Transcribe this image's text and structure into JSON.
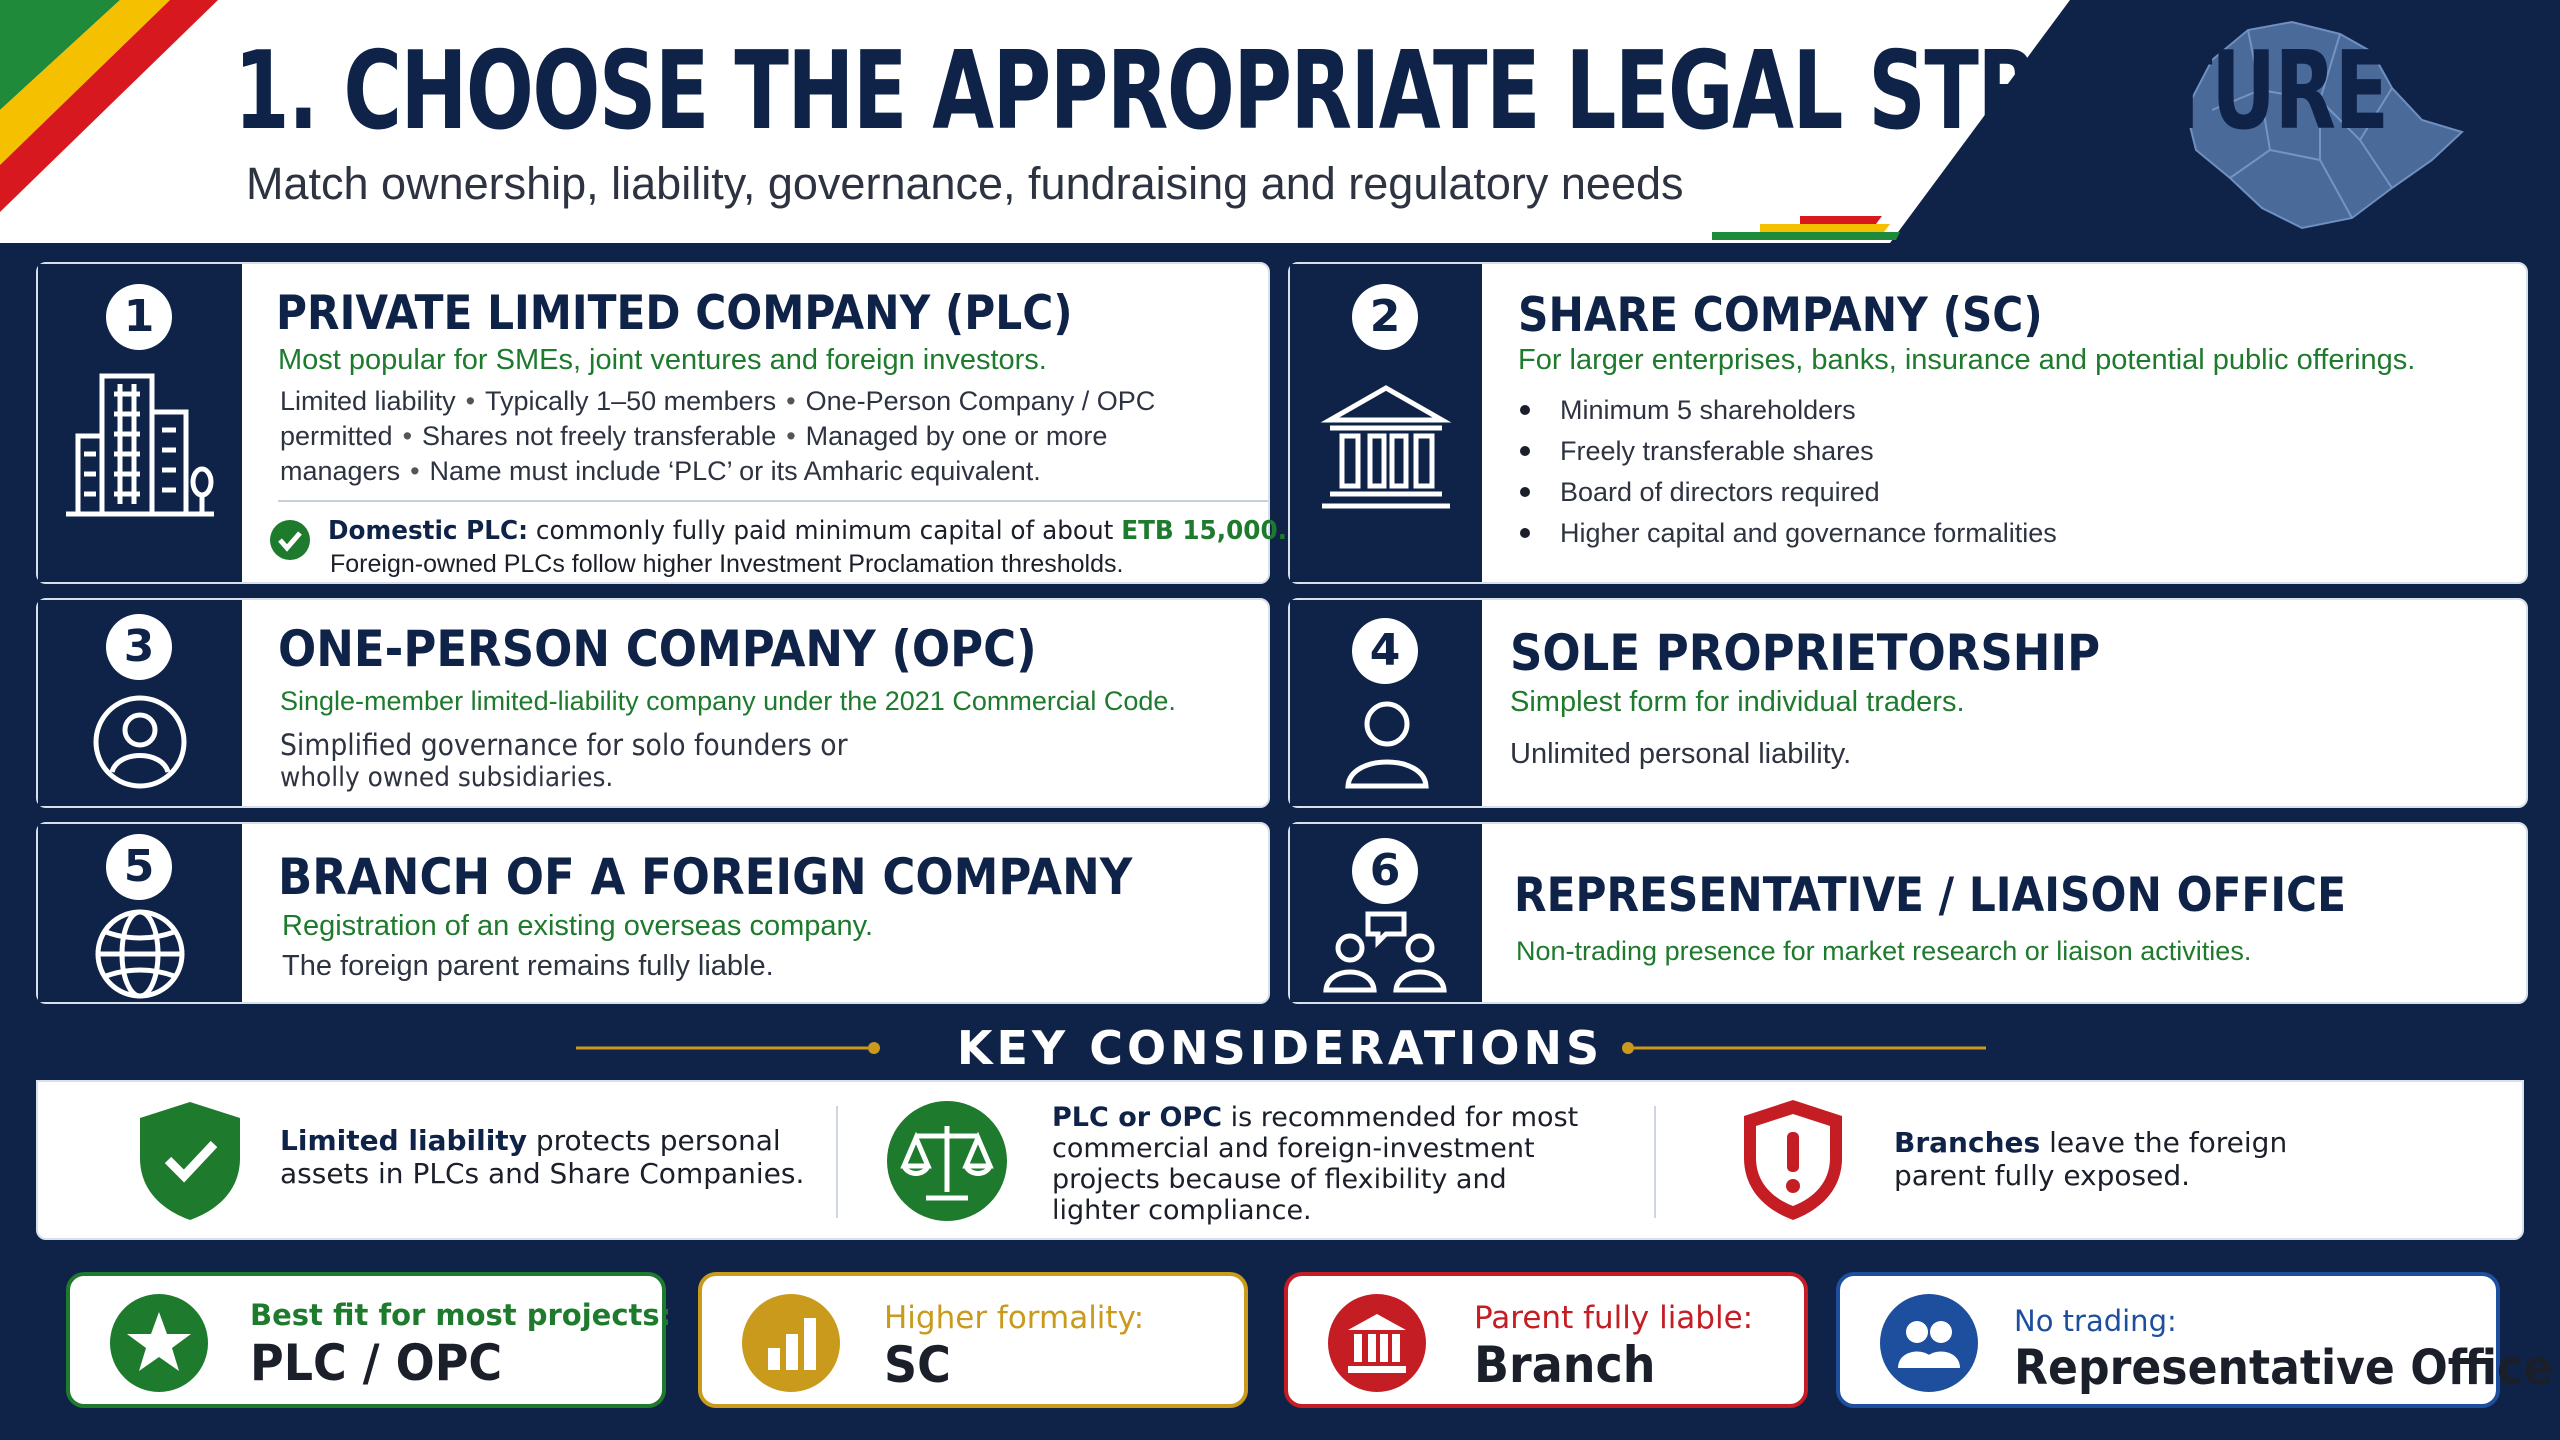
{
  "header": {
    "title": "1. CHOOSE THE APPROPRIATE LEGAL STRUCTURE",
    "subtitle": "Match ownership, liability, governance, fundraising and regulatory needs"
  },
  "colors": {
    "navy": "#0f2348",
    "green": "#1e7a2c",
    "gold": "#c99a1c",
    "red": "#c41e24",
    "blue": "#1d4f9e"
  },
  "structures": [
    {
      "num": "1",
      "icon": "building-icon",
      "title": "PRIVATE LIMITED COMPANY (PLC)",
      "subtitle": "Most popular for SMEs, joint ventures and foreign investors.",
      "points": [
        "Limited liability",
        "Typically 1–50 members",
        "One-Person Company / OPC permitted",
        "Shares not freely transferable",
        "Managed by one or more managers",
        "Name must include ‘PLC’ or its Amharic equivalent."
      ],
      "note_label": "Domestic PLC:",
      "note_text": "commonly fully paid minimum capital of about",
      "note_amount": "ETB 15,000.",
      "note_line2": "Foreign-owned PLCs follow higher Investment Proclamation thresholds."
    },
    {
      "num": "2",
      "icon": "bank-icon",
      "title": "SHARE COMPANY (SC)",
      "subtitle": "For larger enterprises, banks, insurance and potential public offerings.",
      "bullets": [
        "Minimum 5 shareholders",
        "Freely transferable shares",
        "Board of directors required",
        "Higher capital and governance formalities"
      ]
    },
    {
      "num": "3",
      "icon": "user-circle-icon",
      "title": "ONE-PERSON COMPANY (OPC)",
      "subtitle": "Single-member limited-liability company under the 2021 Commercial Code.",
      "body_line1": "Simplified governance for solo founders or",
      "body_line2": "wholly owned subsidiaries."
    },
    {
      "num": "4",
      "icon": "person-icon",
      "title": "SOLE PROPRIETORSHIP",
      "subtitle": "Simplest form for individual traders.",
      "body_line1": "Unlimited personal liability."
    },
    {
      "num": "5",
      "icon": "globe-icon",
      "title": "BRANCH OF A FOREIGN COMPANY",
      "subtitle": "Registration of an existing overseas company.",
      "body_line1": "The foreign parent remains fully liable."
    },
    {
      "num": "6",
      "icon": "people-chat-icon",
      "title": "REPRESENTATIVE / LIAISON OFFICE",
      "subtitle": "Non-trading presence for market research or liaison activities."
    }
  ],
  "key_considerations": {
    "title": "KEY CONSIDERATIONS",
    "items": [
      {
        "icon": "shield-check-icon",
        "bold": "Limited liability",
        "rest1": " protects personal",
        "rest2": "assets in PLCs and Share Companies."
      },
      {
        "icon": "scales-icon",
        "bold": "PLC or OPC",
        "rest1": " is recommended for most",
        "rest2": "commercial and foreign-investment",
        "rest3": "projects because of flexibility and",
        "rest4": "lighter compliance."
      },
      {
        "icon": "shield-alert-icon",
        "bold": "Branches",
        "rest1": " leave the foreign",
        "rest2": "parent fully exposed."
      }
    ]
  },
  "summary": [
    {
      "icon": "star-icon",
      "label": "Best fit for most projects:",
      "value": "PLC / OPC"
    },
    {
      "icon": "bar-chart-icon",
      "label": "Higher formality:",
      "value": "SC"
    },
    {
      "icon": "bank-icon",
      "label": "Parent fully liable:",
      "value": "Branch"
    },
    {
      "icon": "people-icon",
      "label": "No trading:",
      "value": "Representative Office"
    }
  ]
}
